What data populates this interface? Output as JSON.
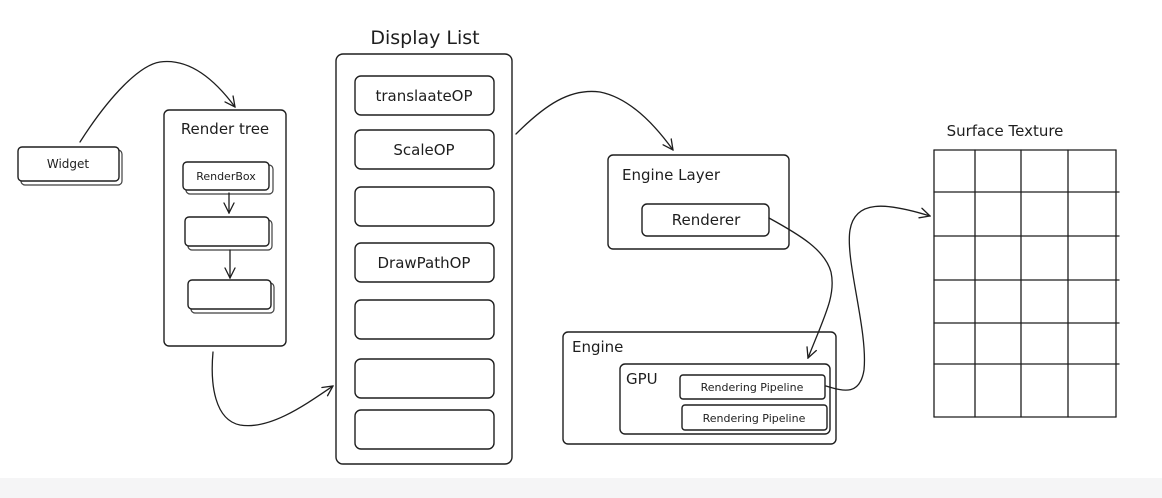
{
  "diagram": {
    "widget": "Widget",
    "render_tree": {
      "title": "Render tree",
      "render_box": "RenderBox"
    },
    "display_list": {
      "title": "Display List",
      "ops": [
        "translaateOP",
        "ScaleOP",
        "",
        "DrawPathOP",
        "",
        "",
        ""
      ]
    },
    "engine_layer": {
      "title": "Engine Layer",
      "renderer": "Renderer"
    },
    "engine": {
      "title": "Engine",
      "gpu": "GPU",
      "pipelines": [
        "Rendering Pipeline",
        "Rendering Pipeline"
      ]
    },
    "surface_texture": {
      "title": "Surface Texture",
      "columns": 4,
      "rows": 6
    }
  }
}
